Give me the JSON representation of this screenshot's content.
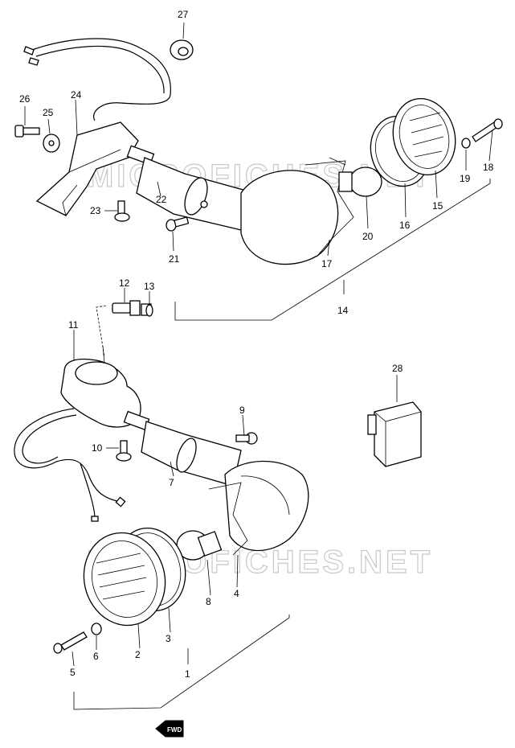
{
  "watermark": "MICROFICHES.NET",
  "fwd_label": "FWD",
  "parts": [
    {
      "ref": "1"
    },
    {
      "ref": "2"
    },
    {
      "ref": "3"
    },
    {
      "ref": "4"
    },
    {
      "ref": "5"
    },
    {
      "ref": "6"
    },
    {
      "ref": "7"
    },
    {
      "ref": "8"
    },
    {
      "ref": "9"
    },
    {
      "ref": "10"
    },
    {
      "ref": "11"
    },
    {
      "ref": "12"
    },
    {
      "ref": "13"
    },
    {
      "ref": "14"
    },
    {
      "ref": "15"
    },
    {
      "ref": "16"
    },
    {
      "ref": "17"
    },
    {
      "ref": "18"
    },
    {
      "ref": "19"
    },
    {
      "ref": "20"
    },
    {
      "ref": "21"
    },
    {
      "ref": "22"
    },
    {
      "ref": "23"
    },
    {
      "ref": "24"
    },
    {
      "ref": "25"
    },
    {
      "ref": "26"
    },
    {
      "ref": "27"
    },
    {
      "ref": "28"
    }
  ]
}
